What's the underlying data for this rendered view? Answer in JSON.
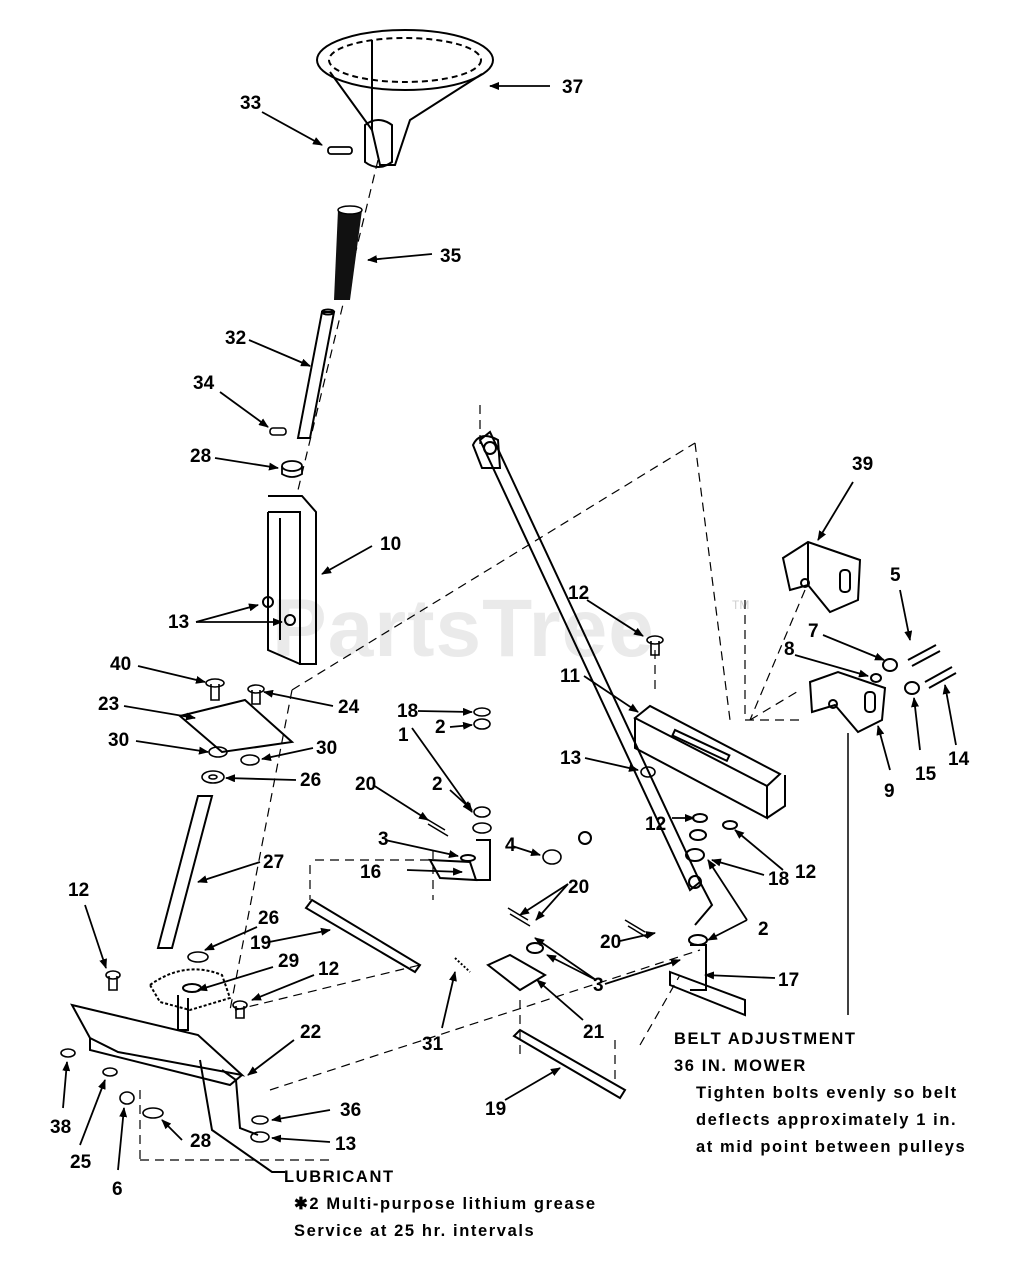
{
  "watermark": "PartsTree",
  "watermark_tm": "TM",
  "callouts": {
    "c37": "37",
    "c33": "33",
    "c35": "35",
    "c32": "32",
    "c34": "34",
    "c28a": "28",
    "c10": "10",
    "c13a": "13",
    "c40": "40",
    "c24": "24",
    "c23": "23",
    "c30a": "30",
    "c30b": "30",
    "c26a": "26",
    "c27": "27",
    "c12a": "12",
    "c26b": "26",
    "c29": "29",
    "c12b": "12",
    "c22": "22",
    "c36": "36",
    "c13b": "13",
    "c38": "38",
    "c25": "25",
    "c6": "6",
    "c28b": "28",
    "c19a": "19",
    "c16": "16",
    "c3a": "3",
    "c20a": "20",
    "c18a": "18",
    "c2a": "2",
    "c1": "1",
    "c2b": "2",
    "c4": "4",
    "c12c": "12",
    "c11": "11",
    "c13c": "13",
    "c12d": "12",
    "c12e": "12",
    "c18b": "18",
    "c2c": "2",
    "c20b": "20",
    "c20c": "20",
    "c3b": "3",
    "c31": "31",
    "c21": "21",
    "c17": "17",
    "c19b": "19",
    "c39": "39",
    "c5": "5",
    "c7": "7",
    "c8": "8",
    "c9": "9",
    "c15": "15",
    "c14": "14"
  },
  "belt_note": {
    "line1": "BELT ADJUSTMENT",
    "line2": "36 IN. MOWER",
    "line3": "Tighten bolts evenly so belt",
    "line4": "deflects approximately 1 in.",
    "line5": "at mid point between pulleys"
  },
  "lubricant_note": {
    "line1": "LUBRICANT",
    "line2": "✱2 Multi-purpose lithium grease",
    "line3": "Service at 25 hr. intervals"
  }
}
